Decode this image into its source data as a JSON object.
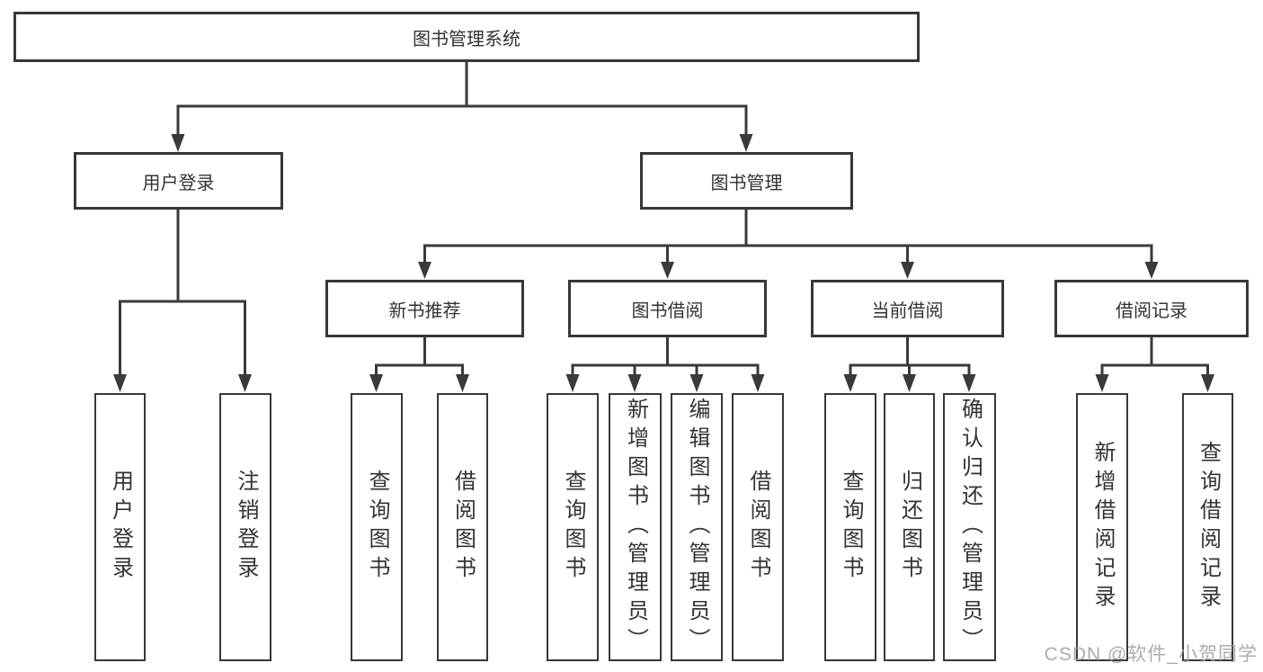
{
  "diagram_type": "hierarchy-structure-chart",
  "style": {
    "background": "#ffffff",
    "box_border_color": "#383838",
    "line_color": "#3a3a3a",
    "text_color": "#333333",
    "watermark_color": "#9e9e9e"
  },
  "watermark": {
    "text": "CSDN @软件_小贺同学"
  },
  "tree": {
    "root": {
      "label": "图书管理系统",
      "children": [
        {
          "label": "用户登录",
          "children": [
            {
              "label": "用户登录"
            },
            {
              "label": "注销登录"
            }
          ]
        },
        {
          "label": "图书管理",
          "children": [
            {
              "label": "新书推荐",
              "children": [
                {
                  "label": "查询图书"
                },
                {
                  "label": "借阅图书"
                }
              ]
            },
            {
              "label": "图书借阅",
              "children": [
                {
                  "label": "查询图书"
                },
                {
                  "label": "新增图书（管理员）"
                },
                {
                  "label": "编辑图书（管理员）"
                },
                {
                  "label": "借阅图书"
                }
              ]
            },
            {
              "label": "当前借阅",
              "children": [
                {
                  "label": "查询图书"
                },
                {
                  "label": "归还图书"
                },
                {
                  "label": "确认归还（管理员）"
                }
              ]
            },
            {
              "label": "借阅记录",
              "children": [
                {
                  "label": "新增借阅记录"
                },
                {
                  "label": "查询借阅记录"
                }
              ]
            }
          ]
        }
      ]
    }
  }
}
